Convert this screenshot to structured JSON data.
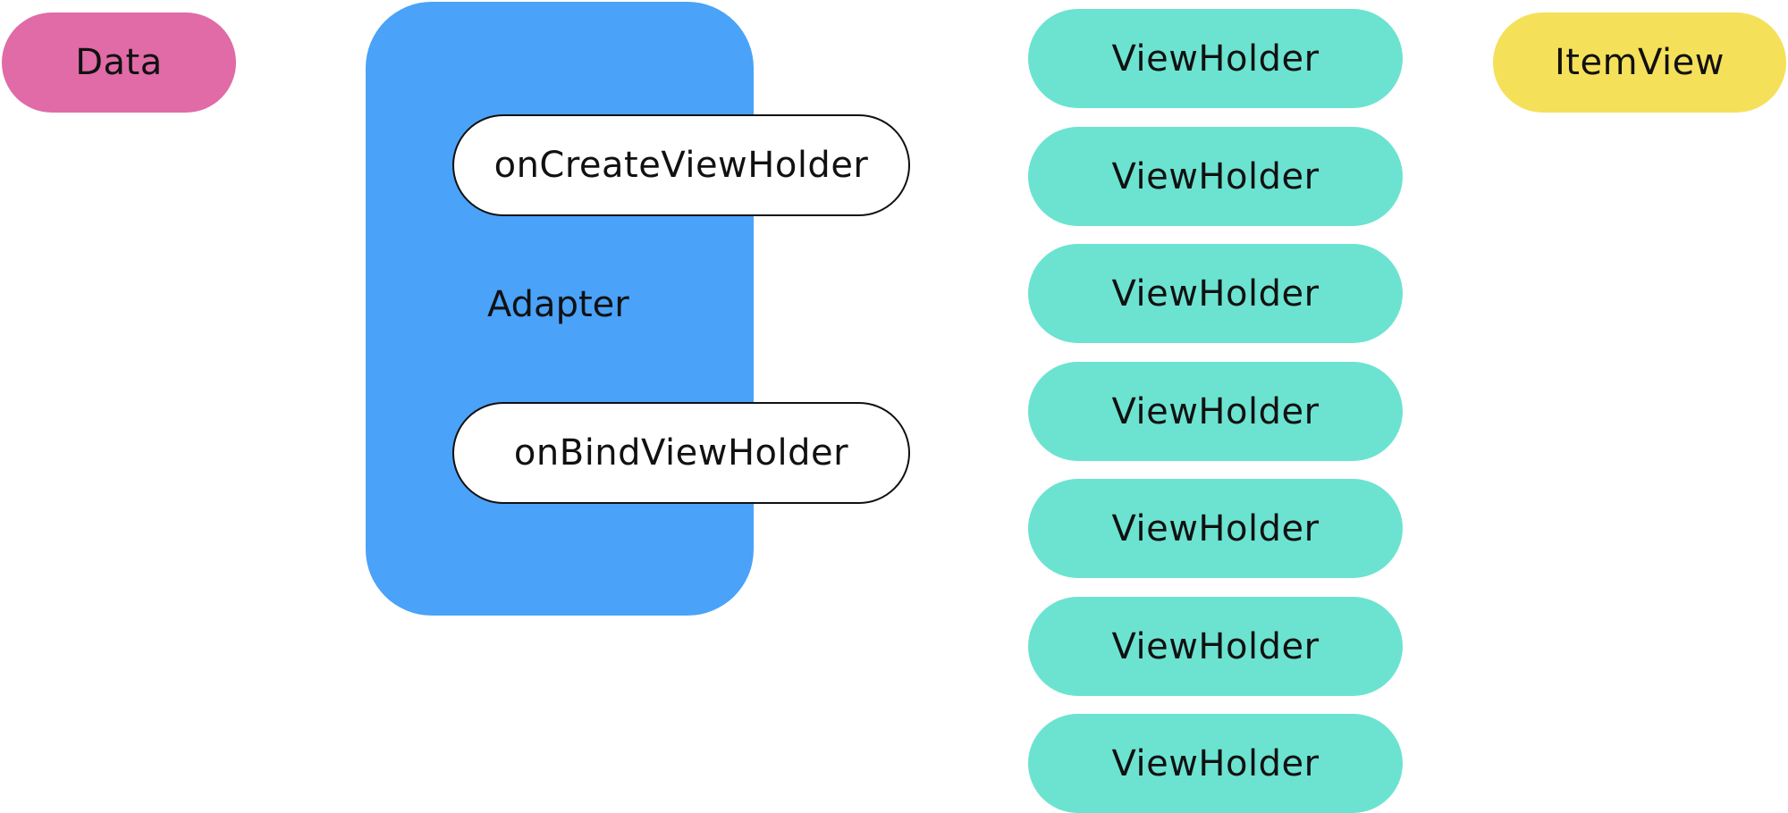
{
  "data_node": {
    "label": "Data",
    "color": "#e06ba6"
  },
  "adapter": {
    "label": "Adapter",
    "color": "#4aa2f9",
    "methods": {
      "create": "onCreateViewHolder",
      "bind": "onBindViewHolder"
    }
  },
  "viewholders": [
    "ViewHolder",
    "ViewHolder",
    "ViewHolder",
    "ViewHolder",
    "ViewHolder",
    "ViewHolder",
    "ViewHolder"
  ],
  "viewholder_color": "#6ce3d1",
  "itemview_node": {
    "label": "ItemView",
    "color": "#f5e05a"
  }
}
